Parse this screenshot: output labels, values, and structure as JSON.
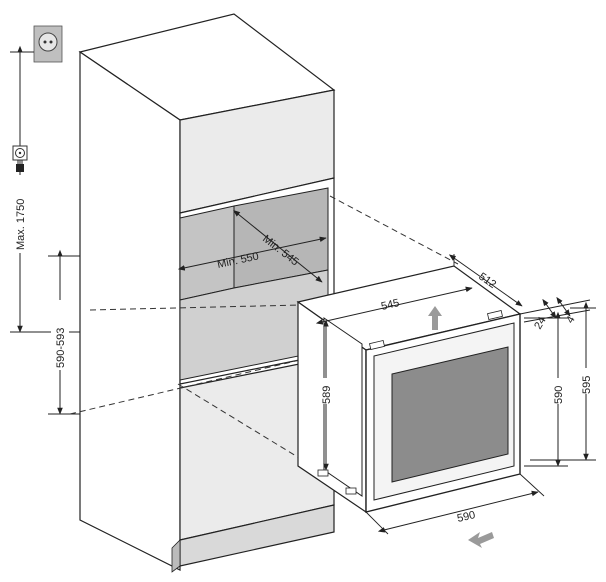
{
  "dimensions": {
    "max_height": "Max. 1750",
    "niche_height": "590-593",
    "min_width": "Min. 550",
    "min_depth": "Min. 545",
    "unit_depth": "512",
    "unit_width_top": "545",
    "unit_inner_height": "589",
    "unit_height_front": "590",
    "unit_height_total": "595",
    "unit_width_bottom": "590",
    "door_gap_a": "24",
    "door_gap_b": "4"
  },
  "colors": {
    "cabinet_face": "#d8d8d8",
    "niche": "#bdbdbd",
    "glass": "#8c8c8c",
    "arrow_fill": "#9a9a9a",
    "plinth": "#d9d9d9"
  },
  "icons": [
    "socket-icon",
    "power-plug-icon"
  ]
}
